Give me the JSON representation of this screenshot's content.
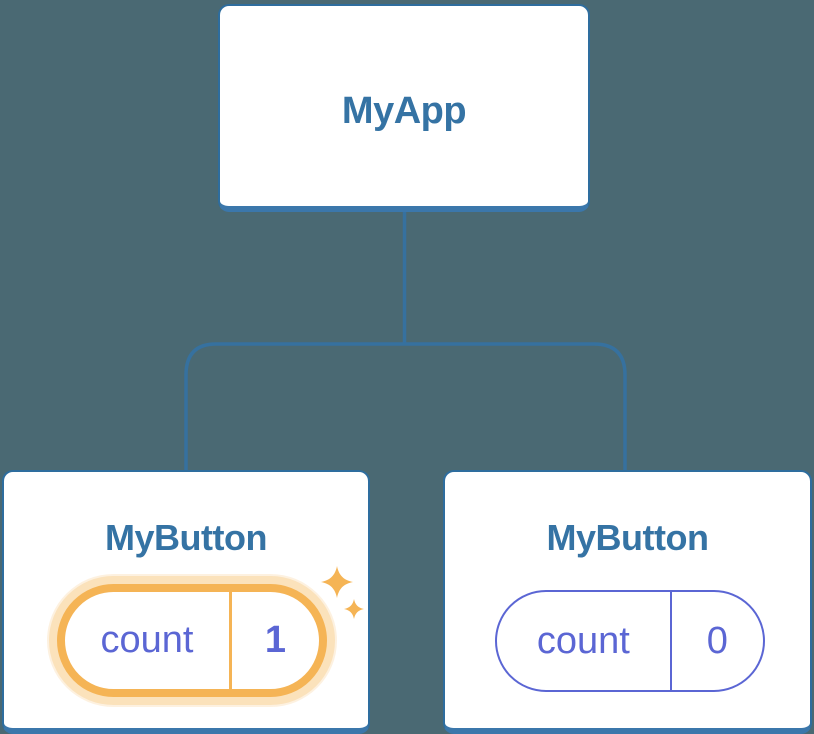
{
  "colors": {
    "background": "#4a6973",
    "node_fill": "#ffffff",
    "node_border": "#2e6d9e",
    "node_border_bottom": "#3b77ab",
    "node_text": "#3573a4",
    "connector": "#36719f",
    "state_text": "#5b66d4",
    "state_border": "#5b66d4",
    "highlight_ring": "#f5b455",
    "highlight_halo": "#fbe2bb",
    "sparkle": "#f5b455"
  },
  "diagram": {
    "type": "component-tree",
    "root": {
      "label": "MyApp"
    },
    "children": [
      {
        "label": "MyButton",
        "state": {
          "key": "count",
          "value": "1"
        },
        "highlighted": true,
        "icons": [
          "sparkle-icon",
          "sparkle-icon"
        ]
      },
      {
        "label": "MyButton",
        "state": {
          "key": "count",
          "value": "0"
        },
        "highlighted": false
      }
    ]
  }
}
